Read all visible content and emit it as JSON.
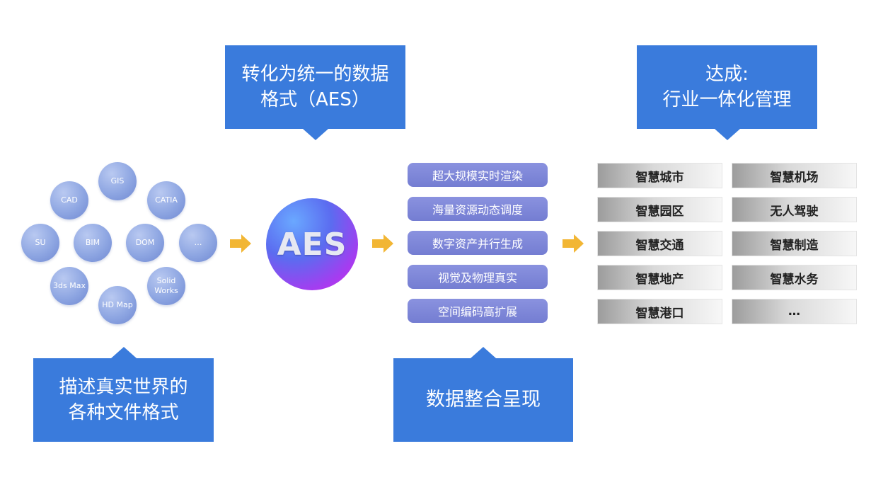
{
  "callouts": {
    "convert": [
      "转化为统一的数据",
      "格式（AES）"
    ],
    "achieve": [
      "达成:",
      "行业一体化管理"
    ],
    "describe": [
      "描述真实世界的",
      "各种文件格式"
    ],
    "integrate": [
      "数据整合呈现"
    ]
  },
  "formats": [
    "GIS",
    "CAD",
    "CATIA",
    "SU",
    "BIM",
    "DOM",
    "…",
    "3ds Max",
    "Solid\nWorks",
    "HD Map"
  ],
  "core": {
    "label": "AES"
  },
  "features": [
    "超大规模实时渲染",
    "海量资源动态调度",
    "数字资产并行生成",
    "视觉及物理真实",
    "空间编码高扩展"
  ],
  "industries": [
    [
      "智慧城市",
      "智慧机场"
    ],
    [
      "智慧园区",
      "无人驾驶"
    ],
    [
      "智慧交通",
      "智慧制造"
    ],
    [
      "智慧地产",
      "智慧水务"
    ],
    [
      "智慧港口",
      "…"
    ]
  ],
  "colors": {
    "callout": "#3a7bdc",
    "arrow": "#f2b634",
    "feature": "#7b84d6"
  }
}
